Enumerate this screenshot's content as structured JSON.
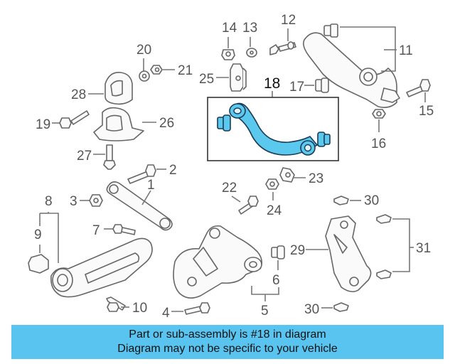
{
  "labels": {
    "p1": "1",
    "p2": "2",
    "p3": "3",
    "p4": "4",
    "p5": "5",
    "p6": "6",
    "p7": "7",
    "p8": "8",
    "p9": "9",
    "p10": "10",
    "p11": "11",
    "p12": "12",
    "p13": "13",
    "p14": "14",
    "p15": "15",
    "p16": "16",
    "p17": "17",
    "p18": "18",
    "p19": "19",
    "p20": "20",
    "p21": "21",
    "p22": "22",
    "p23": "23",
    "p24": "24",
    "p25": "25",
    "p26": "26",
    "p27": "27",
    "p28": "28",
    "p29": "29",
    "p30a": "30",
    "p30b": "30",
    "p31": "31"
  },
  "highlight_color": "#5bc8ee",
  "banner": {
    "line1": "Part or sub-assembly is #18 in diagram",
    "line2": "Diagram may not be specific to your vehicle",
    "color": "#59c4f0"
  }
}
